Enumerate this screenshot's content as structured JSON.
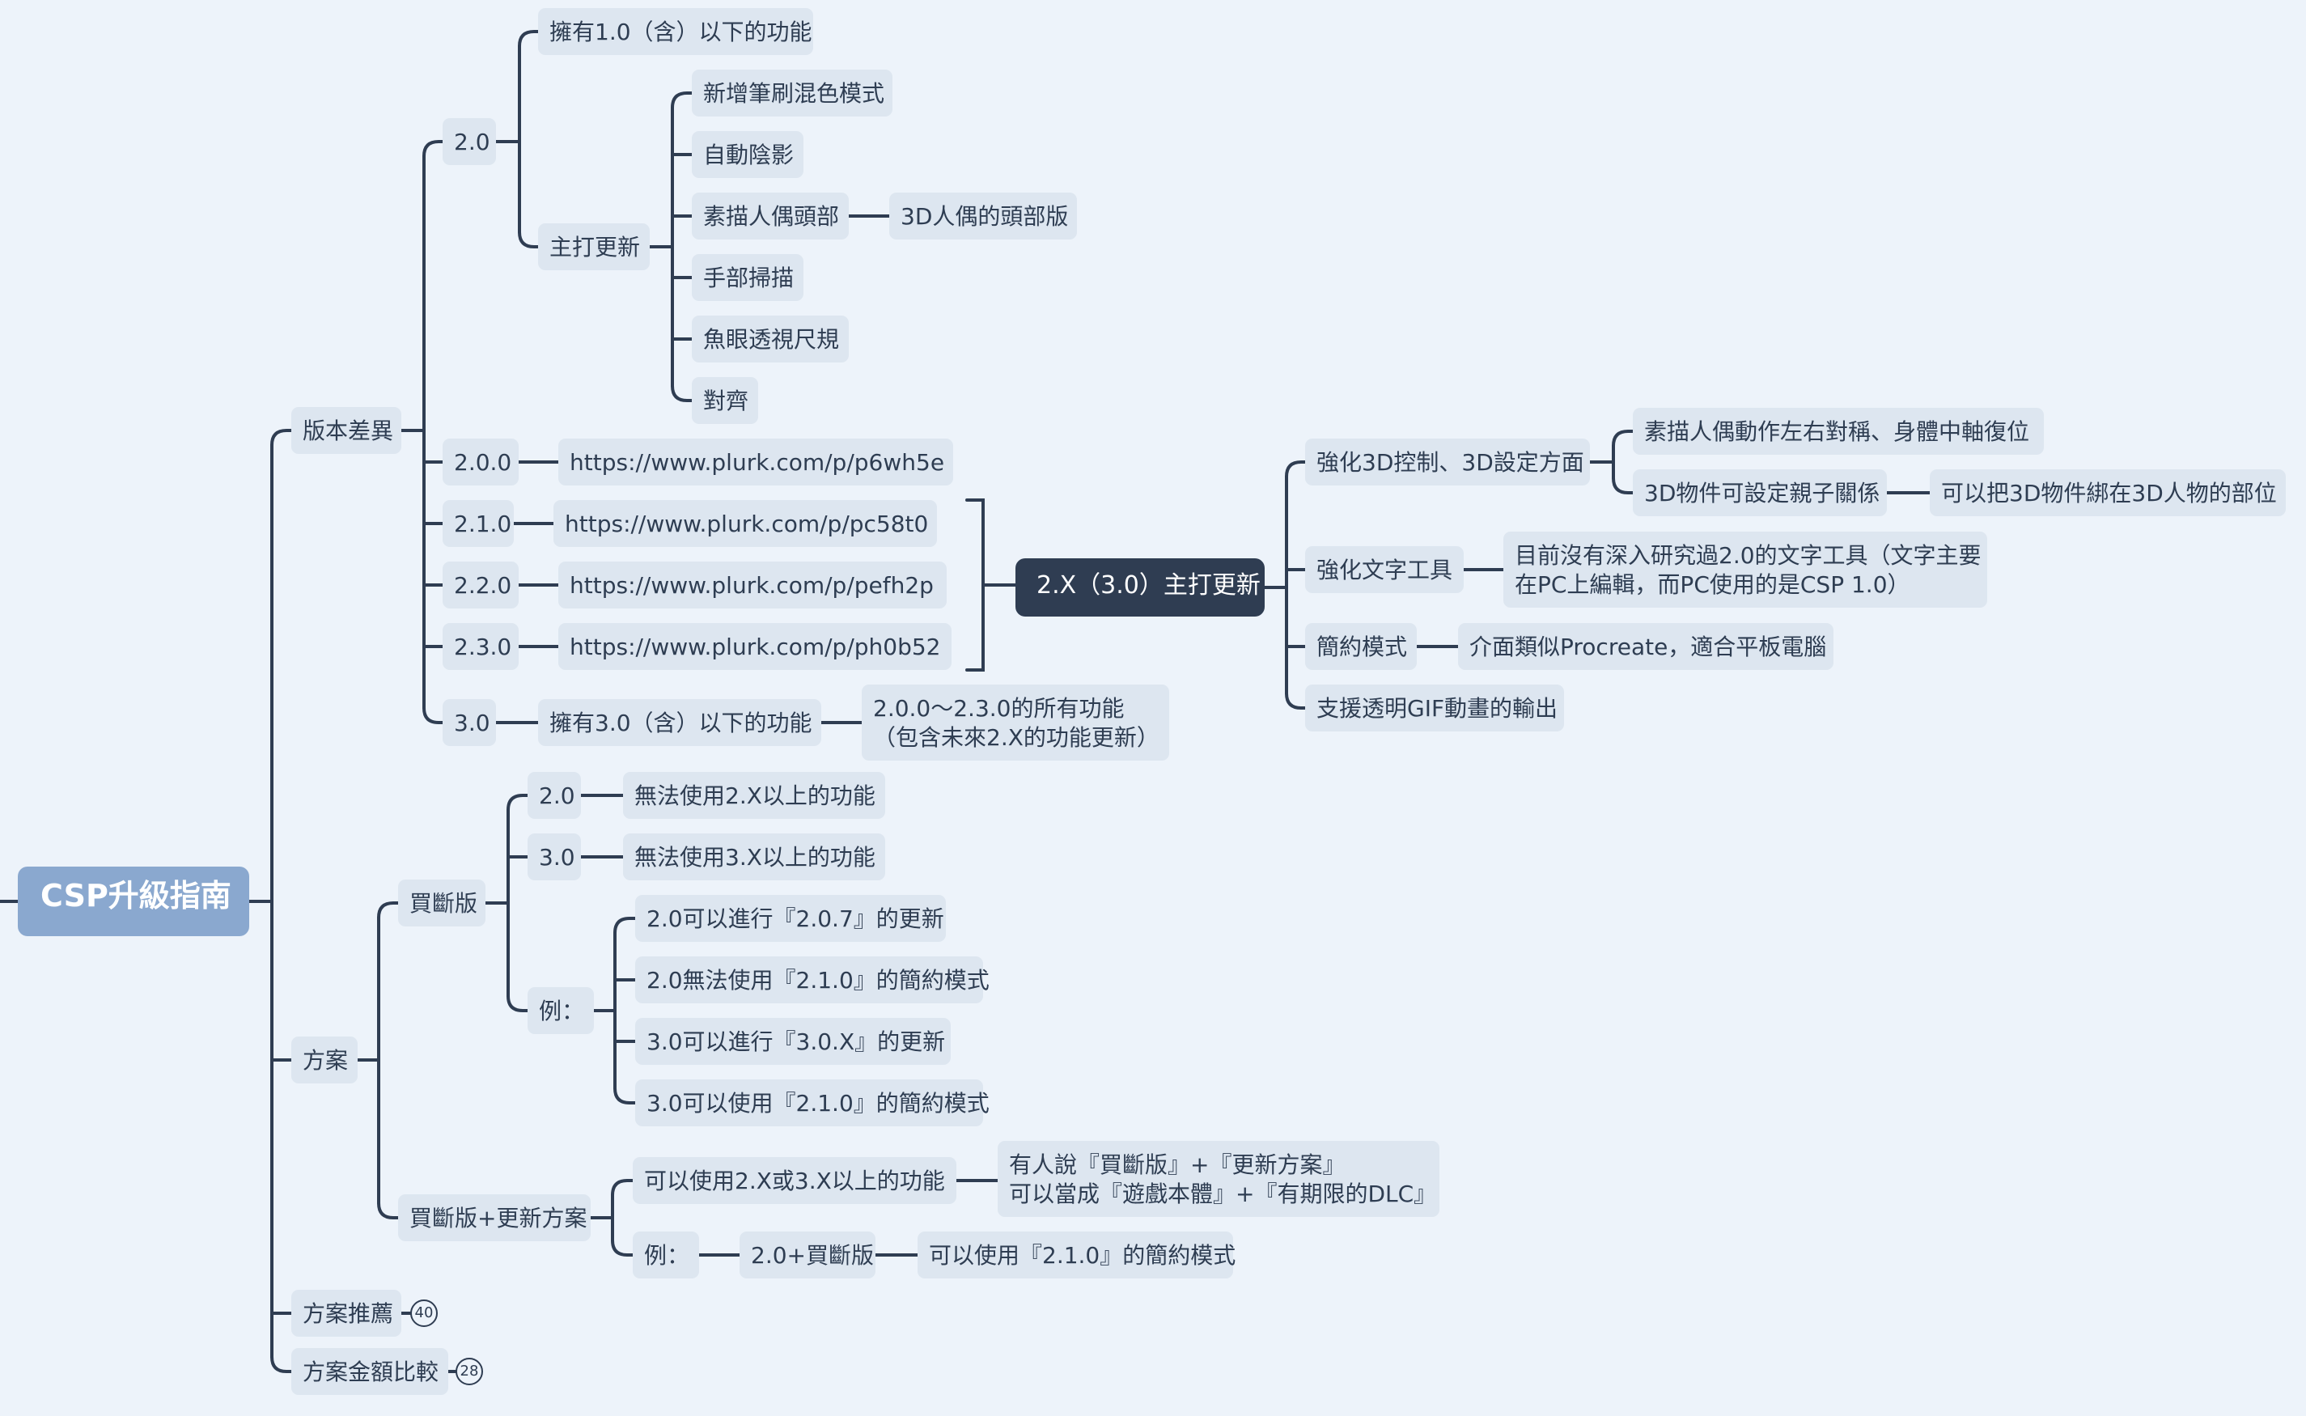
{
  "root": "CSP升級指南",
  "version_diff": {
    "label": "版本差異",
    "v20": {
      "label": "2.0",
      "own": "擁有1.0（含）以下的功能",
      "main_update": {
        "label": "主打更新",
        "items": [
          "新增筆刷混色模式",
          "自動陰影",
          "素描人偶頭部",
          "手部掃描",
          "魚眼透視尺規",
          "對齊"
        ],
        "head_note": "3D人偶的頭部版"
      }
    },
    "links": [
      {
        "ver": "2.0.0",
        "url": "https://www.plurk.com/p/p6wh5e"
      },
      {
        "ver": "2.1.0",
        "url": "https://www.plurk.com/p/pc58t0"
      },
      {
        "ver": "2.2.0",
        "url": "https://www.plurk.com/p/pefh2p"
      },
      {
        "ver": "2.3.0",
        "url": "https://www.plurk.com/p/ph0b52"
      }
    ],
    "v30": {
      "label": "3.0",
      "own": "擁有3.0（含）以下的功能",
      "note": "2.0.0～2.3.0的所有功能\n（包含未來2.X的功能更新）"
    }
  },
  "main_update_2x": {
    "label": "2.X（3.0）主打更新",
    "c3d": {
      "label": "強化3D控制、3D設定方面",
      "a": "素描人偶動作左右對稱、身體中軸復位",
      "b": "3D物件可設定親子關係",
      "b_note": "可以把3D物件綁在3D人物的部位"
    },
    "text": {
      "label": "強化文字工具",
      "note": "目前沒有深入研究過2.0的文字工具（文字主要\n在PC上編輯，而PC使用的是CSP 1.0）"
    },
    "simple": {
      "label": "簡約模式",
      "note": "介面類似Procreate，適合平板電腦"
    },
    "gif": "支援透明GIF動畫的輸出"
  },
  "plan": {
    "label": "方案",
    "perpetual": {
      "label": "買斷版",
      "v20": {
        "label": "2.0",
        "note": "無法使用2.X以上的功能"
      },
      "v30": {
        "label": "3.0",
        "note": "無法使用3.X以上的功能"
      },
      "example": {
        "label": "例：",
        "items": [
          "2.0可以進行『2.0.7』的更新",
          "2.0無法使用『2.1.0』的簡約模式",
          "3.0可以進行『3.0.X』的更新",
          "3.0可以使用『2.1.0』的簡約模式"
        ]
      }
    },
    "perpetual_plus": {
      "label": "買斷版+更新方案",
      "can": "可以使用2.X或3.X以上的功能",
      "can_note": "有人說『買斷版』+『更新方案』\n可以當成『遊戲本體』+『有期限的DLC』",
      "example": {
        "label": "例：",
        "item": "2.0+買斷版",
        "note": "可以使用『2.1.0』的簡約模式"
      }
    }
  },
  "recommend": {
    "label": "方案推薦",
    "badge": "40"
  },
  "compare": {
    "label": "方案金額比較",
    "badge": "28"
  },
  "colors": {
    "line": "#2f3d52",
    "background": "#edf3fa",
    "node": "#dde6f0",
    "root": "#8aa8cf",
    "hub": "#2f3d52"
  }
}
